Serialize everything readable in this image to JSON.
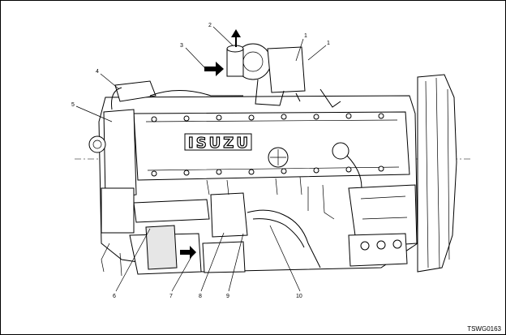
{
  "diagram": {
    "brand_lettering": "ISUZU",
    "figure_code": "TSWG0163",
    "callouts": [
      "1",
      "2",
      "3",
      "4",
      "5",
      "6",
      "7",
      "8",
      "9",
      "10"
    ],
    "callout_top_1a": "1",
    "callout_top_1b": "1"
  }
}
